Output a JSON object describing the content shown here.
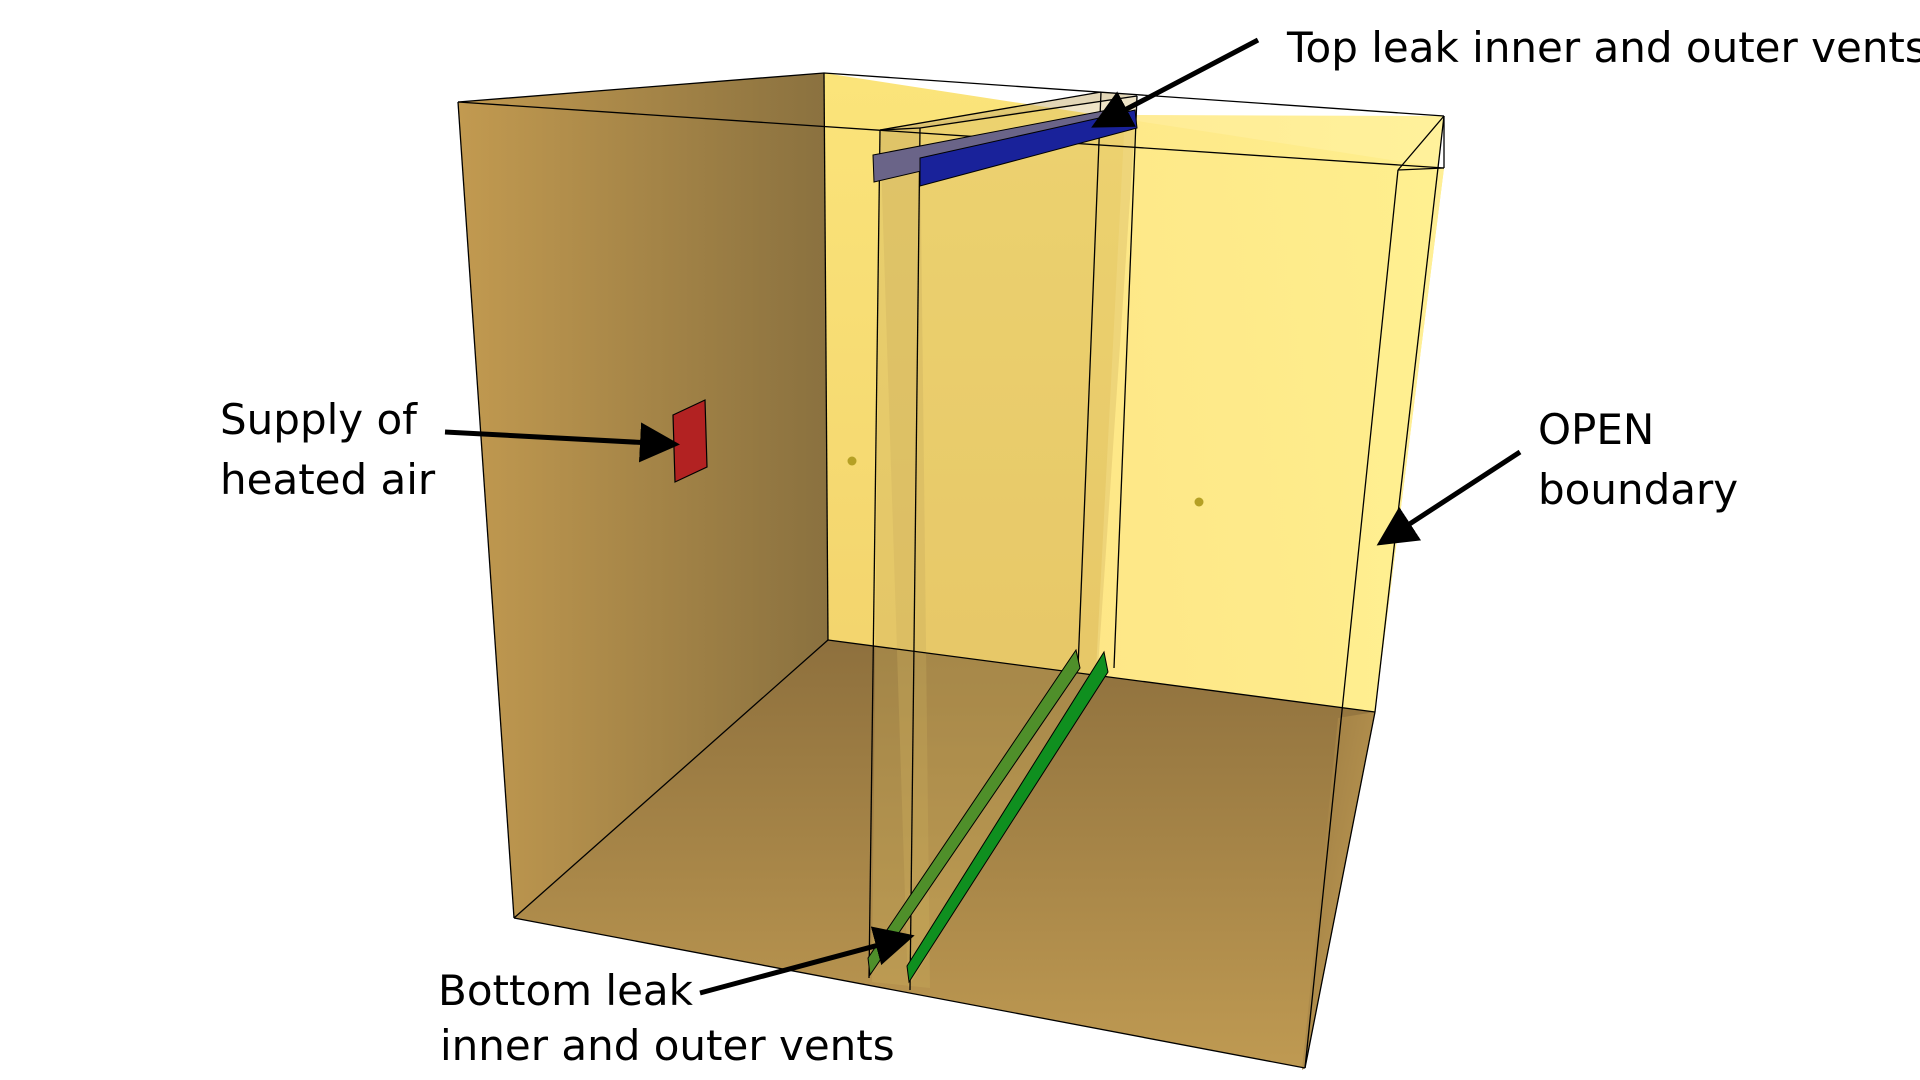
{
  "labels": {
    "top_leak": "Top leak inner and outer vents",
    "supply_line1": "Supply of",
    "supply_line2": "heated air",
    "open_line1": "OPEN",
    "open_line2": "boundary",
    "bottom_line1": "Bottom leak",
    "bottom_line2": "inner and outer vents"
  },
  "colors": {
    "background": "#ffffff",
    "left_wall": "#b58f48",
    "back_wall": "#f8e27a",
    "floor": "#a78545",
    "right_open_face": "#ffeb8a",
    "supply_vent": "#b22222",
    "top_leak_outer": "#19229a",
    "top_leak_inner": "#6a6488",
    "bottom_leak_outer": "#0f8f1f",
    "bottom_leak_inner": "#4f8f2a",
    "edges": "#000000",
    "arrows": "#000000"
  },
  "icons": {
    "arrow": "arrow-icon"
  }
}
